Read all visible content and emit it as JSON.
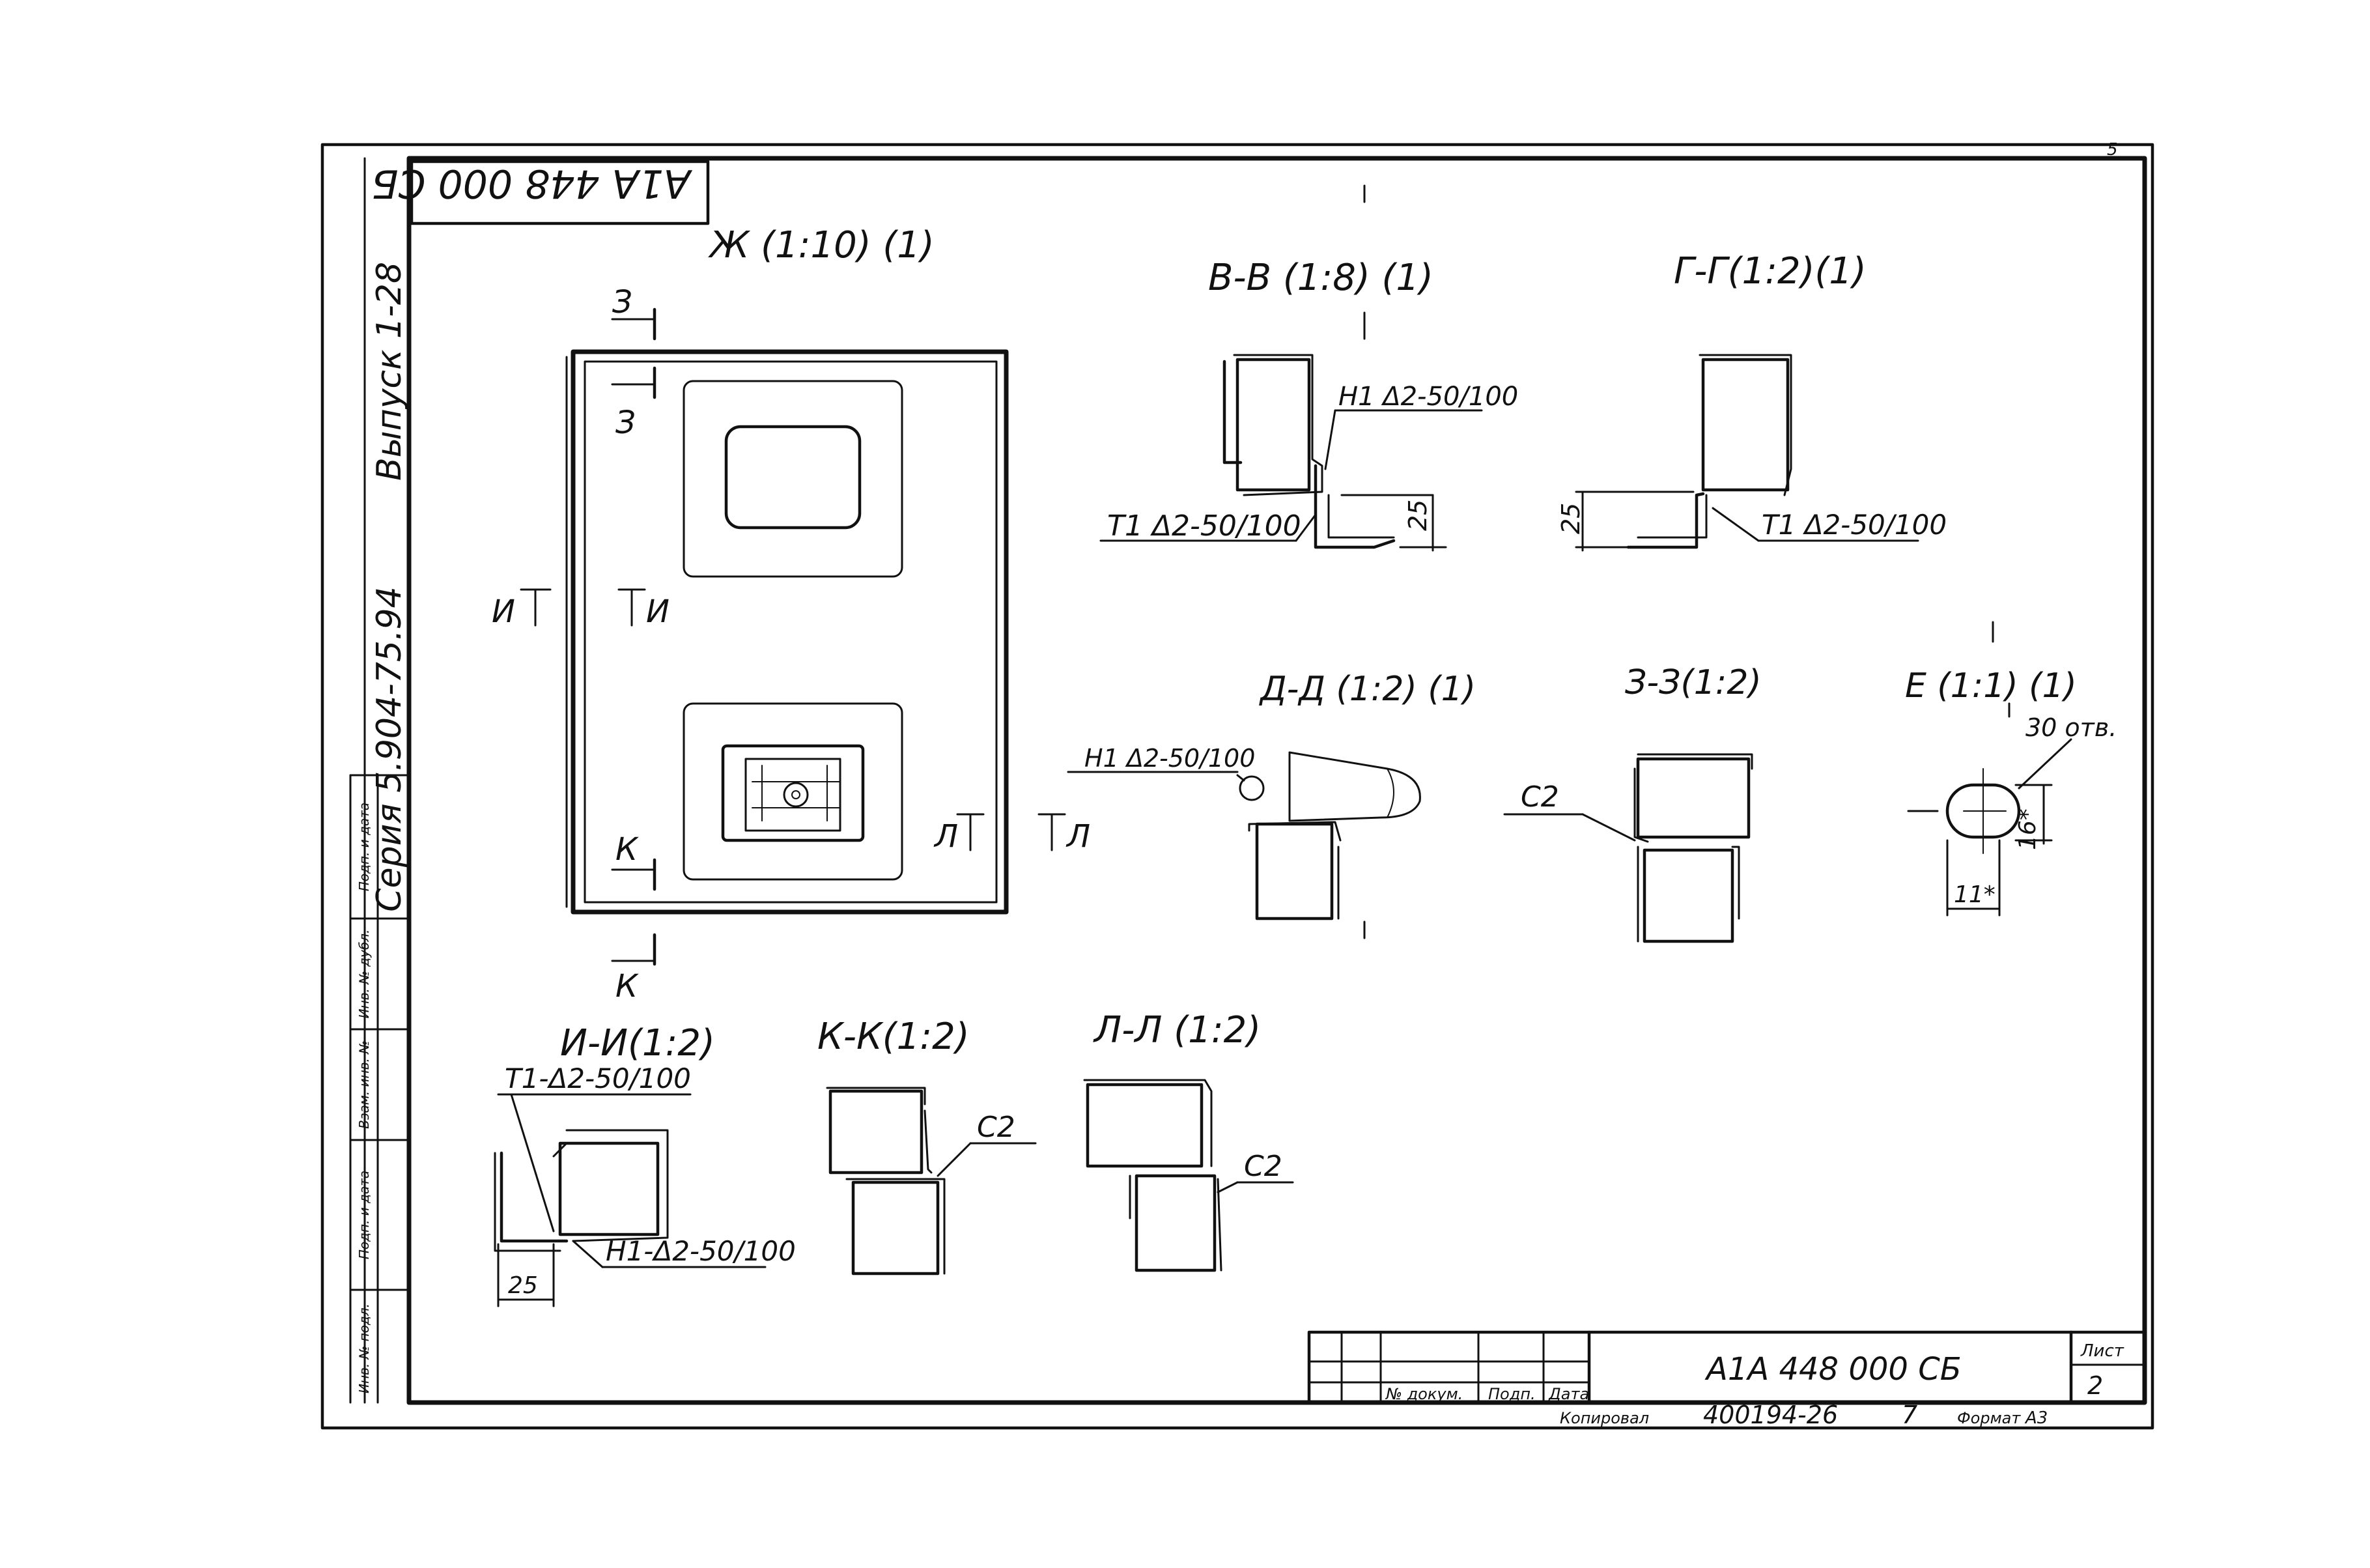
{
  "stamp_top_left": "A1A 448 000 CБ",
  "side_text": {
    "series": "Серия 5.904-75.94",
    "issue": "Выпуск 1-28"
  },
  "side_table": [
    "Подп. и дата",
    "Инв. № дубл.",
    "Взам. инв. №",
    "Подп. и дата",
    "Инв. № подл."
  ],
  "page_mark": "5",
  "view_zh": {
    "title": "Ж (1:10) (1)",
    "cut_marks": [
      "З",
      "З",
      "И",
      "И",
      "К",
      "К",
      "Л",
      "Л"
    ]
  },
  "section_vv": {
    "title": "В-В (1:8) (1)",
    "weld_top": "Н1 Δ2-50/100",
    "weld_bottom": "Т1 Δ2-50/100",
    "dim": "25"
  },
  "section_gg": {
    "title": "Г-Г(1:2)(1)",
    "weld": "Т1 Δ2-50/100",
    "dim": "25"
  },
  "section_dd": {
    "title": "Д-Д (1:2) (1)",
    "weld": "Н1 Δ2-50/100"
  },
  "section_zz": {
    "title": "З-З(1:2)",
    "weld": "С2"
  },
  "view_e": {
    "title": "Е (1:1) (1)",
    "note": "30 отв.",
    "dim_h": "16*",
    "dim_w": "11*"
  },
  "section_ii": {
    "title": "И-И(1:2)",
    "weld_top": "Т1-Δ2-50/100",
    "weld_bottom": "Н1-Δ2-50/100",
    "dim": "25"
  },
  "section_kk": {
    "title": "К-К(1:2)",
    "weld": "С2"
  },
  "section_ll": {
    "title": "Л-Л (1:2)",
    "weld": "С2"
  },
  "title_block": {
    "headers": [
      "№ докум.",
      "Подп.",
      "Дата"
    ],
    "designation": "A1A 448 000 CБ",
    "sheet_label": "Лист",
    "sheet_no": "2",
    "copied_label": "Копировал",
    "copy_no": "400194-26",
    "copy_mark": "7",
    "format_label": "Формат",
    "format_value": "А3"
  }
}
